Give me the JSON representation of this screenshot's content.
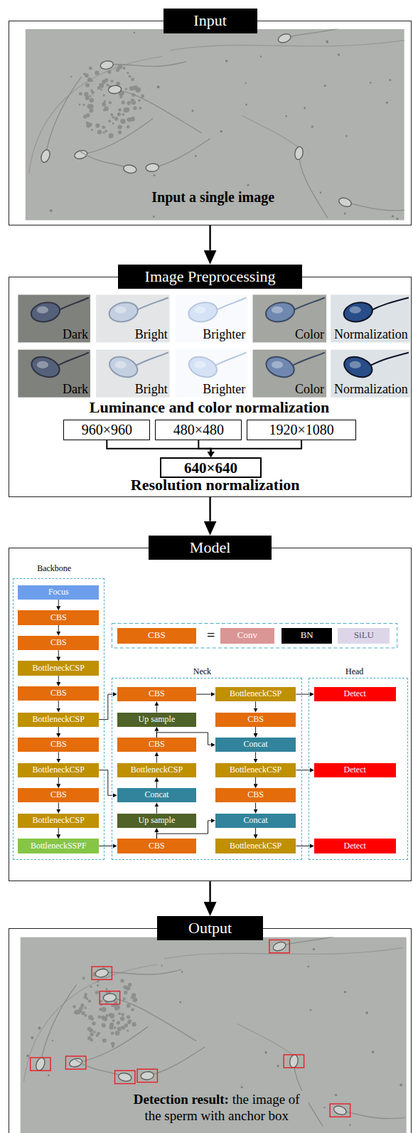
{
  "diagram": {
    "nodes": [
      {
        "text": [
          "Input",
          "Input a single image"
        ]
      },
      {
        "text": [
          "Image Preprocessing",
          "Luminance and color normalization",
          "Resolution normalization"
        ]
      },
      {
        "text": [
          "960×960"
        ],
        "in": 1
      },
      {
        "text": [
          "480×480"
        ],
        "in": 1
      },
      {
        "text": [
          "1920×1080"
        ],
        "in": 1
      },
      {
        "text": [
          "640×640"
        ],
        "in": 1
      },
      {
        "text": [
          "Model"
        ]
      },
      {
        "text": [
          "Backbone"
        ],
        "in": 6
      },
      {
        "text": [
          "Focus"
        ],
        "in": 7
      },
      {
        "text": [
          "CBS"
        ],
        "in": 7
      },
      {
        "text": [
          "CBS"
        ],
        "in": 7
      },
      {
        "text": [
          "BottleneckCSP"
        ],
        "in": 7
      },
      {
        "text": [
          "CBS"
        ],
        "in": 7
      },
      {
        "text": [
          "BottleneckCSP"
        ],
        "in": 7
      },
      {
        "text": [
          "CBS"
        ],
        "in": 7
      },
      {
        "text": [
          "BottleneckCSP"
        ],
        "in": 7
      },
      {
        "text": [
          "CBS"
        ],
        "in": 7
      },
      {
        "text": [
          "BottleneckCSP"
        ],
        "in": 7
      },
      {
        "text": [
          "BottleneckSSPF"
        ],
        "in": 7
      },
      {
        "text": [
          "CBS"
        ],
        "in": 6
      },
      {
        "text": [
          "Conv"
        ],
        "in": 6
      },
      {
        "text": [
          "BN"
        ],
        "in": 6
      },
      {
        "text": [
          "SiLU"
        ],
        "in": 6
      },
      {
        "text": [
          "Neck"
        ],
        "in": 6
      },
      {
        "text": [
          "CBS"
        ],
        "in": 23
      },
      {
        "text": [
          "Up sample"
        ],
        "in": 23
      },
      {
        "text": [
          "CBS"
        ],
        "in": 23
      },
      {
        "text": [
          "BottleneckCSP"
        ],
        "in": 23
      },
      {
        "text": [
          "Concat"
        ],
        "in": 23
      },
      {
        "text": [
          "Up sample"
        ],
        "in": 23
      },
      {
        "text": [
          "CBS"
        ],
        "in": 23
      },
      {
        "text": [
          "BottleneckCSP"
        ],
        "in": 23
      },
      {
        "text": [
          "CBS"
        ],
        "in": 23
      },
      {
        "text": [
          "Concat"
        ],
        "in": 23
      },
      {
        "text": [
          "BottleneckCSP"
        ],
        "in": 23
      },
      {
        "text": [
          "CBS"
        ],
        "in": 23
      },
      {
        "text": [
          "Concat"
        ],
        "in": 23
      },
      {
        "text": [
          "BottleneckCSP"
        ],
        "in": 23
      },
      {
        "text": [
          "Head"
        ],
        "in": 6
      },
      {
        "text": [
          "Detect"
        ],
        "in": 38
      },
      {
        "text": [
          "Detect"
        ],
        "in": 38
      },
      {
        "text": [
          "Detect"
        ],
        "in": 38
      },
      {
        "text": [
          "Output",
          "Detection result:",
          "the image of the sperm with anchor box"
        ]
      }
    ],
    "edges": [
      {
        "from": 0,
        "to": 1,
        "arrow": "to"
      },
      {
        "from": 1,
        "to": 6,
        "arrow": "to"
      },
      {
        "from": 6,
        "to": 42,
        "arrow": "to"
      },
      {
        "from": 2,
        "to": 5,
        "arrow": "to"
      },
      {
        "from": 3,
        "to": 5,
        "arrow": "to"
      },
      {
        "from": 4,
        "to": 5,
        "arrow": "to"
      },
      {
        "from": 8,
        "to": 9,
        "arrow": "to"
      },
      {
        "from": 9,
        "to": 10,
        "arrow": "to"
      },
      {
        "from": 10,
        "to": 11,
        "arrow": "to"
      },
      {
        "from": 11,
        "to": 12,
        "arrow": "to"
      },
      {
        "from": 12,
        "to": 13,
        "arrow": "to"
      },
      {
        "from": 13,
        "to": 14,
        "arrow": "to"
      },
      {
        "from": 14,
        "to": 15,
        "arrow": "to"
      },
      {
        "from": 15,
        "to": 16,
        "arrow": "to"
      },
      {
        "from": 16,
        "to": 17,
        "arrow": "to"
      },
      {
        "from": 17,
        "to": 18,
        "arrow": "to"
      },
      {
        "from": 13,
        "to": 24,
        "arrow": "to"
      },
      {
        "from": 15,
        "to": 28,
        "arrow": "to"
      },
      {
        "from": 18,
        "to": 30,
        "arrow": "to"
      },
      {
        "from": 30,
        "to": 29,
        "arrow": "to"
      },
      {
        "from": 29,
        "to": 28,
        "arrow": "to"
      },
      {
        "from": 28,
        "to": 27,
        "arrow": "to"
      },
      {
        "from": 27,
        "to": 26,
        "arrow": "to"
      },
      {
        "from": 26,
        "to": 25,
        "arrow": "to"
      },
      {
        "from": 25,
        "to": 24,
        "arrow": "to"
      },
      {
        "from": 24,
        "to": 31,
        "arrow": "to"
      },
      {
        "from": 26,
        "to": 33,
        "arrow": "to"
      },
      {
        "from": 30,
        "to": 36,
        "arrow": "to"
      },
      {
        "from": 31,
        "to": 32,
        "arrow": "to"
      },
      {
        "from": 32,
        "to": 33,
        "arrow": "to"
      },
      {
        "from": 33,
        "to": 34,
        "arrow": "to"
      },
      {
        "from": 34,
        "to": 35,
        "arrow": "to"
      },
      {
        "from": 35,
        "to": 36,
        "arrow": "to"
      },
      {
        "from": 36,
        "to": 37,
        "arrow": "to"
      },
      {
        "from": 31,
        "to": 39,
        "arrow": "to"
      },
      {
        "from": 34,
        "to": 40,
        "arrow": "to"
      },
      {
        "from": 37,
        "to": 41,
        "arrow": "to"
      }
    ],
    "labels": [
      "Dark",
      "Bright",
      "Brighter",
      "Color",
      "Normalization",
      "Dark",
      "Bright",
      "Brighter",
      "Color",
      "Normalization",
      "="
    ]
  }
}
